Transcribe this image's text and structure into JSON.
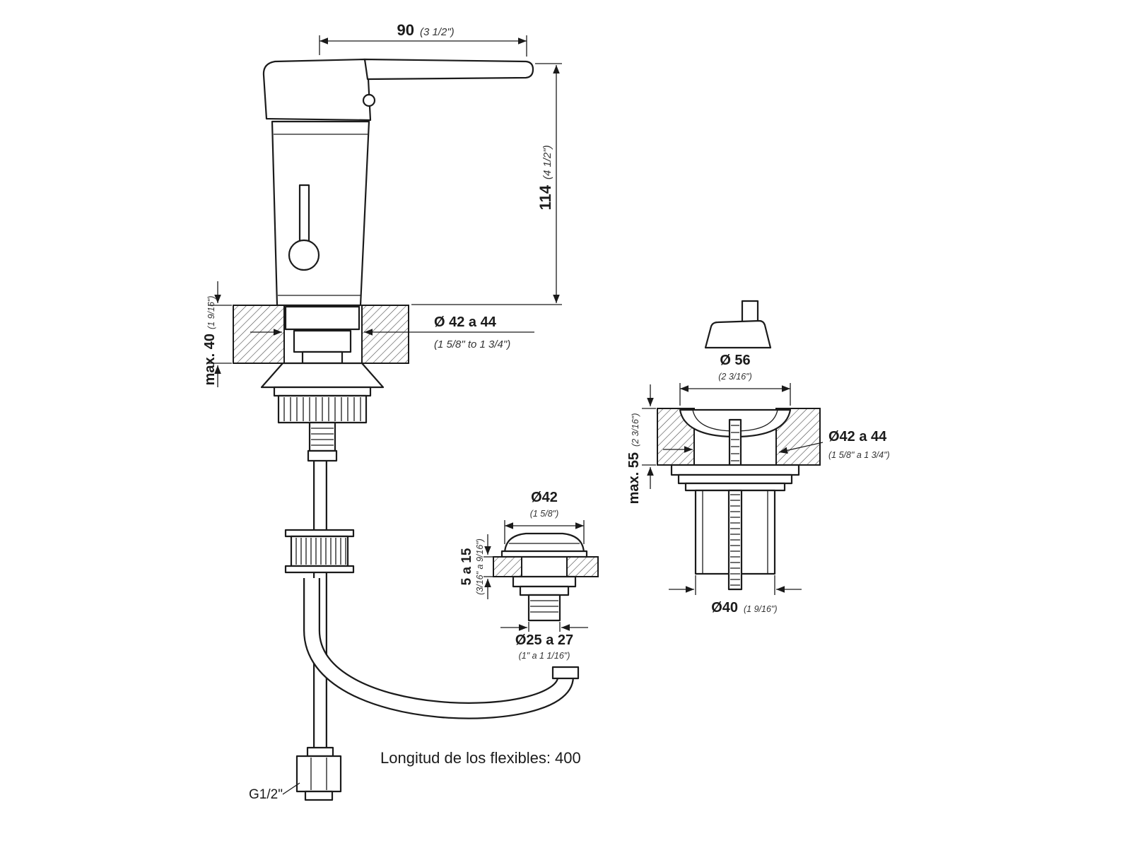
{
  "main": {
    "dim_handle": "90",
    "dim_handle_in": "(3 1/2\")",
    "dim_height": "114",
    "dim_height_in": "(4 1/2\")",
    "dim_counter": "max. 40",
    "dim_counter_in": "(1 9/16\")",
    "dim_hole": "Ø 42 a 44",
    "dim_hole_in": "(1 5/8\" to 1 3/4\")",
    "note_hoses": "Longitud de los flexibles: 400",
    "label_thread": "G1/2\""
  },
  "plug": {
    "dim_cap": "Ø42",
    "dim_cap_in": "(1 5/8\")",
    "dim_thickness": "5 a 15",
    "dim_thickness_in": "(3/16\" a 9/16\")",
    "dim_hole": "Ø25 a 27",
    "dim_hole_in": "(1\" a 1 1/16\")"
  },
  "waste": {
    "dim_flange": "Ø 56",
    "dim_flange_in": "(2 3/16\")",
    "dim_depth": "max. 55",
    "dim_depth_in": "(2 3/16\")",
    "dim_hole": "Ø42 a 44",
    "dim_hole_in": "(1 5/8\" a 1 3/4\")",
    "dim_body": "Ø40",
    "dim_body_in": "(1 9/16\")"
  }
}
